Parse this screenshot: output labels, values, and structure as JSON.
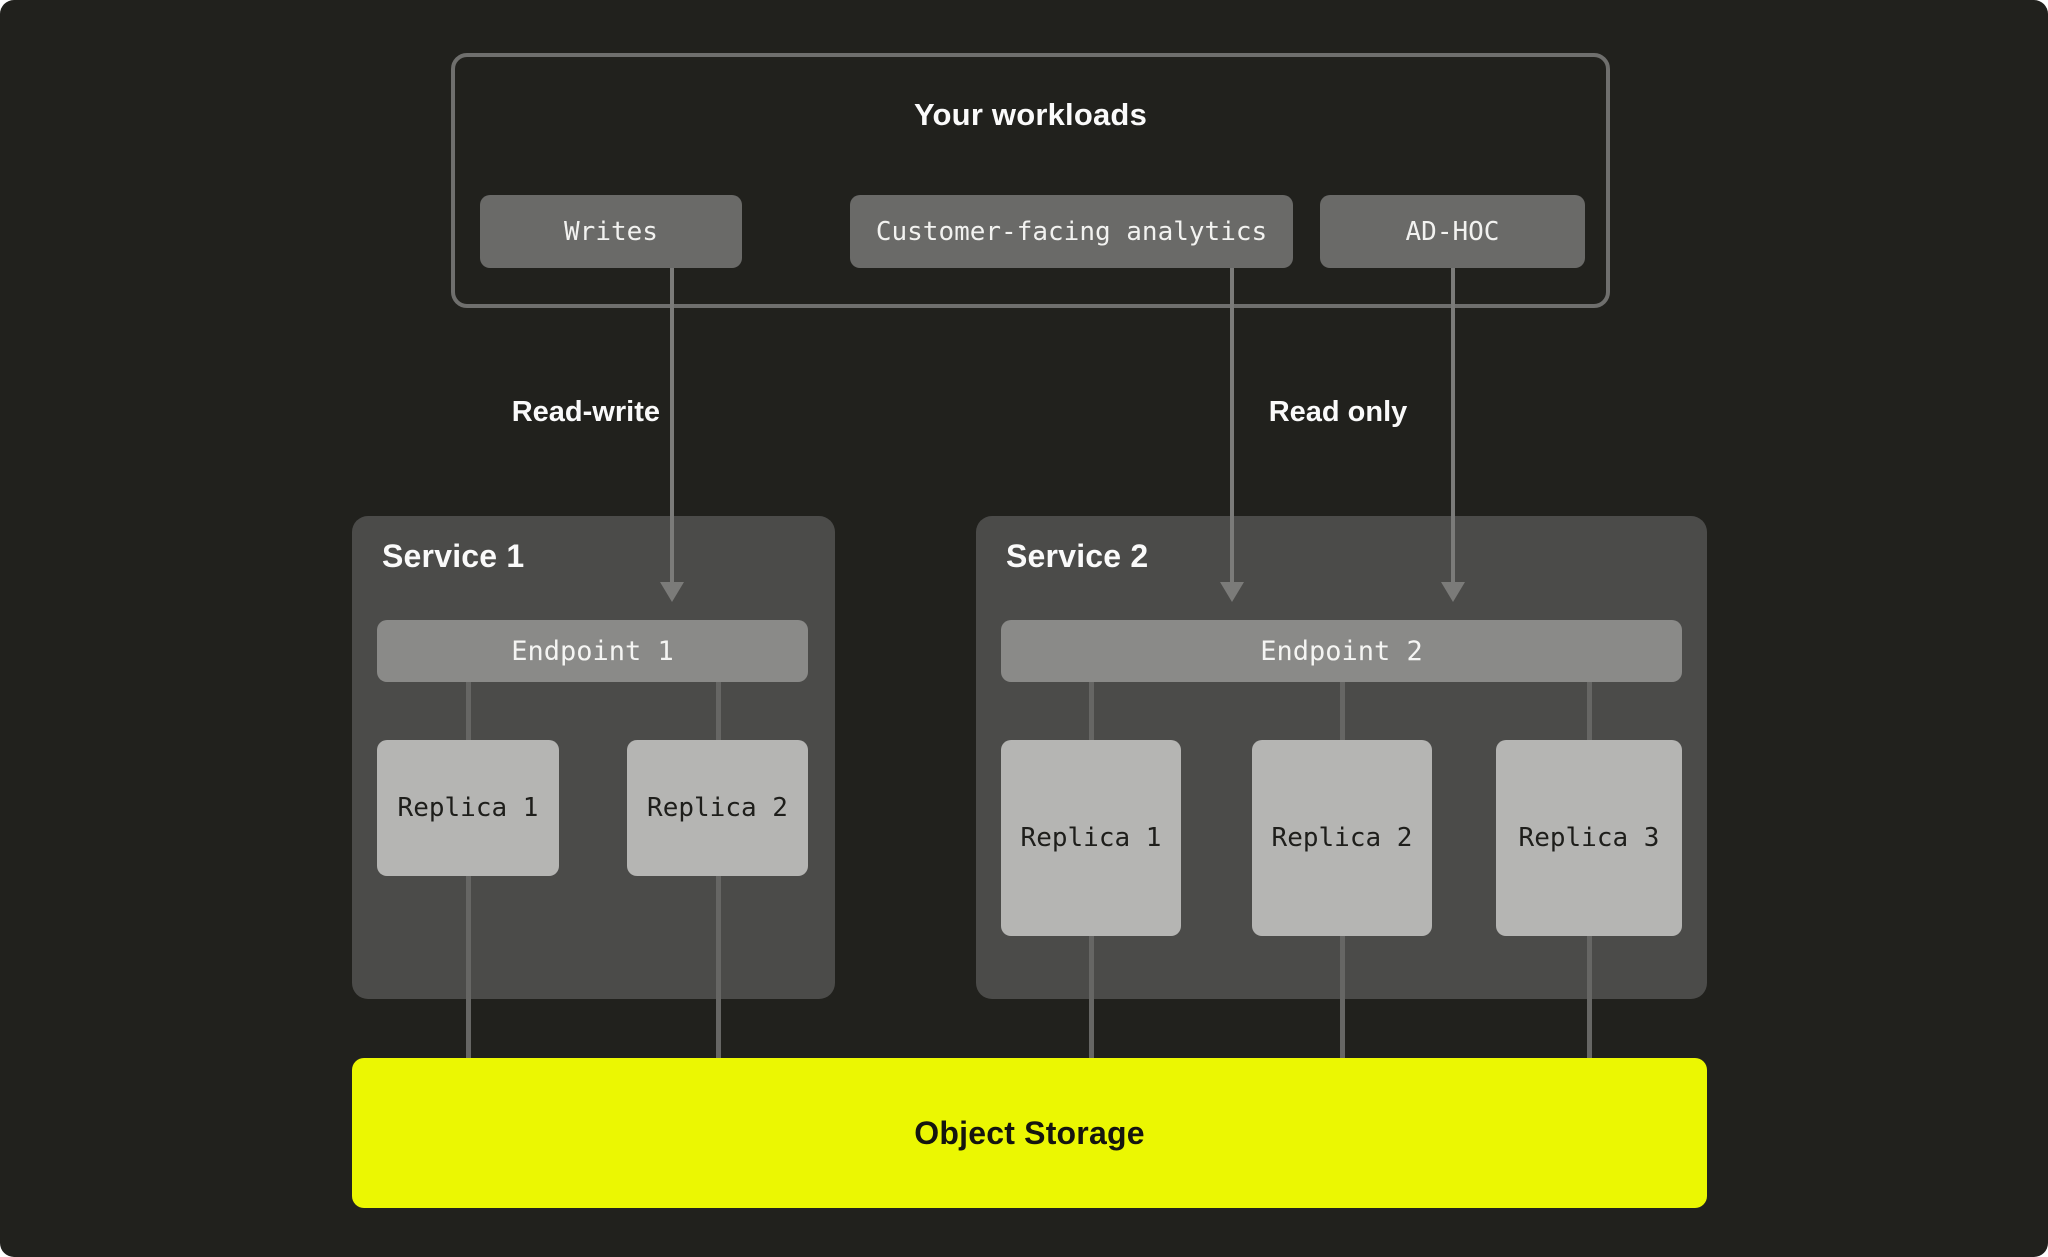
{
  "colors": {
    "background": "#21211D",
    "service_box": "#4B4B49",
    "endpoint": "#8A8A88",
    "replica": "#B5B5B3",
    "workload_chip": "#6A6A68",
    "arrow_line": "#7B7B79",
    "connector_line": "#666664",
    "workloads_border": "#6F6F6D",
    "accent_storage": "#EBF702",
    "text_light": "#FAFAFA",
    "text_dark": "#1E1E1B"
  },
  "workloads": {
    "title": "Your workloads",
    "items": [
      {
        "label": "Writes"
      },
      {
        "label": "Customer-facing analytics"
      },
      {
        "label": "AD-HOC"
      }
    ]
  },
  "edges": {
    "read_write_label": "Read-write",
    "read_only_label": "Read only"
  },
  "services": [
    {
      "title": "Service 1",
      "endpoint": "Endpoint 1",
      "replicas": [
        "Replica 1",
        "Replica 2"
      ]
    },
    {
      "title": "Service 2",
      "endpoint": "Endpoint 2",
      "replicas": [
        "Replica 1",
        "Replica 2",
        "Replica 3"
      ]
    }
  ],
  "storage": {
    "label": "Object Storage"
  }
}
